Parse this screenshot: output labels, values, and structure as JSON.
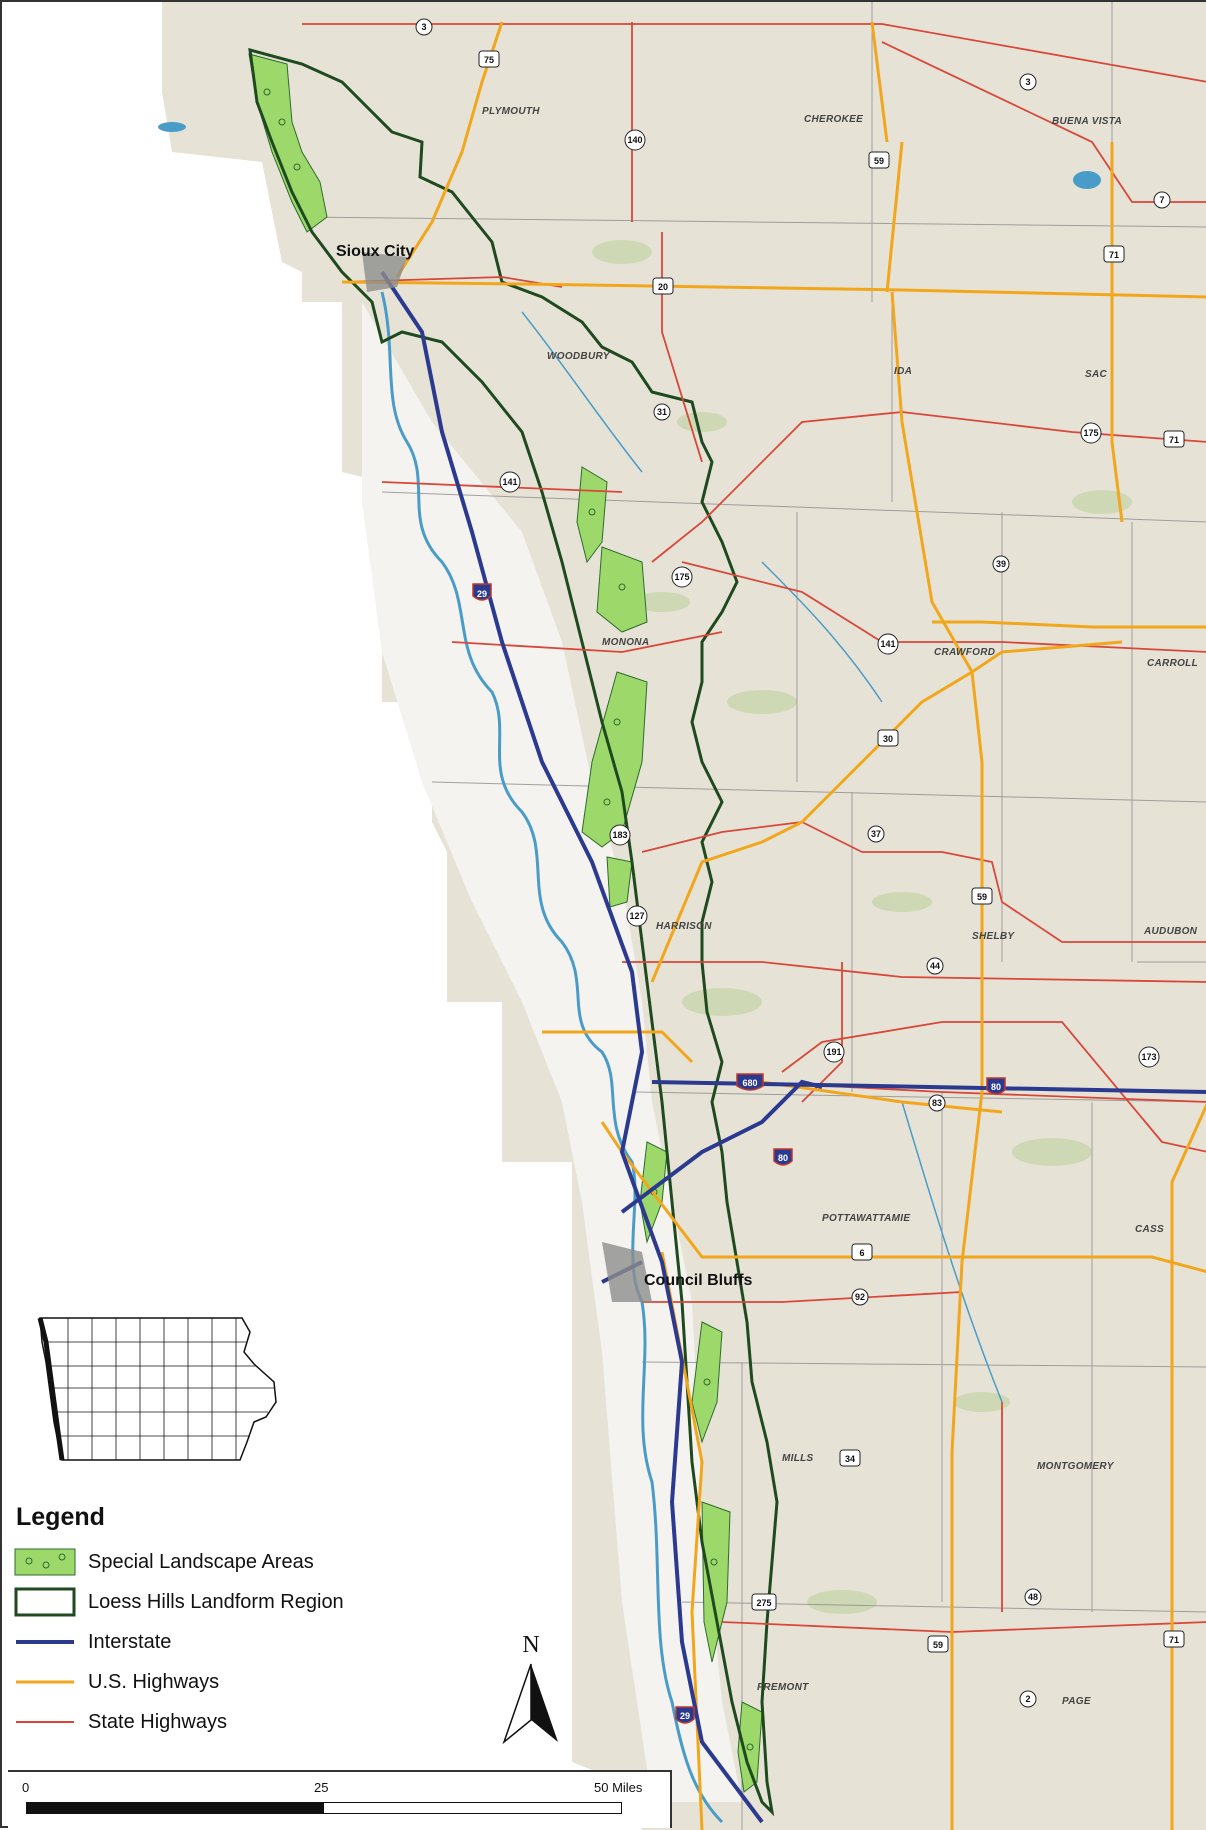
{
  "map": {
    "cities": {
      "sioux_city": "Sioux City",
      "council_bluffs": "Council Bluffs"
    },
    "counties": {
      "plymouth": "PLYMOUTH",
      "cherokee": "CHEROKEE",
      "buena_vista": "BUENA VISTA",
      "woodbury": "WOODBURY",
      "ida": "IDA",
      "sac": "SAC",
      "monona": "MONONA",
      "crawford": "CRAWFORD",
      "carroll": "CARROLL",
      "harrison": "HARRISON",
      "shelby": "SHELBY",
      "audubon": "AUDUBON",
      "pottawattamie": "POTTAWATTAMIE",
      "cass": "CASS",
      "mills": "MILLS",
      "montgomery": "MONTGOMERY",
      "fremont": "FREMONT",
      "page": "PAGE"
    },
    "state_routes": {
      "r3a": "3",
      "r3b": "3",
      "r140": "140",
      "r7": "7",
      "r31": "31",
      "r175a": "175",
      "r141a": "141",
      "r175b": "175",
      "r39": "39",
      "r141b": "141",
      "r37": "37",
      "r183": "183",
      "r127": "127",
      "r44": "44",
      "r191": "191",
      "r173": "173",
      "r83": "83",
      "r92": "92",
      "r48": "48",
      "r2": "2"
    },
    "us_routes": {
      "u75": "75",
      "u59a": "59",
      "u20": "20",
      "u71a": "71",
      "u71b": "71",
      "u30": "30",
      "u59b": "59",
      "u6": "6",
      "u34": "34",
      "u275": "275",
      "u59c": "59",
      "u71c": "71"
    },
    "interstates": {
      "i29a": "29",
      "i680": "680",
      "i80a": "80",
      "i80b": "80",
      "i29b": "29"
    },
    "colors": {
      "background": "#e8e5dc",
      "special_areas": "#9cd96a",
      "loess_boundary": "#1f4a1f",
      "interstate": "#2b3a8f",
      "us_highway": "#f2a61c",
      "state_highway": "#d8473a",
      "river": "#4a9cc8"
    }
  },
  "legend": {
    "title": "Legend",
    "items": [
      {
        "key": "special",
        "label": "Special Landscape Areas"
      },
      {
        "key": "loess",
        "label": "Loess Hills Landform Region"
      },
      {
        "key": "interstate",
        "label": "Interstate"
      },
      {
        "key": "us",
        "label": "U.S. Highways"
      },
      {
        "key": "state",
        "label": "State Highways"
      }
    ]
  },
  "north_arrow": {
    "label": "N"
  },
  "scale": {
    "tick_start": "0",
    "tick_mid": "25",
    "tick_end": "50 Miles"
  }
}
